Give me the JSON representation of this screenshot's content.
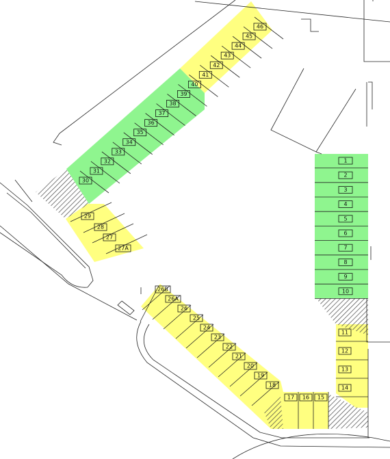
{
  "colors": {
    "available": "#ffff80",
    "reserved": "#8ff58f",
    "hatch": "#444444",
    "outline": "#222222"
  },
  "map": {
    "spaces_nw": [
      "46",
      "45",
      "44",
      "43",
      "42",
      "41",
      "40",
      "39",
      "38",
      "37",
      "36",
      "35",
      "34",
      "33",
      "32",
      "31",
      "30"
    ],
    "spaces_w": [
      "29",
      "28",
      "27",
      "27A"
    ],
    "spaces_e": [
      "1",
      "2",
      "3",
      "4",
      "5",
      "6",
      "7",
      "8",
      "9",
      "10"
    ],
    "spaces_se": [
      "11",
      "12",
      "13",
      "14"
    ],
    "spaces_s": [
      "17",
      "16",
      "15"
    ],
    "spaces_sw": [
      "26B",
      "26A",
      "26",
      "25",
      "24",
      "23",
      "22",
      "21",
      "20",
      "19",
      "18"
    ]
  }
}
